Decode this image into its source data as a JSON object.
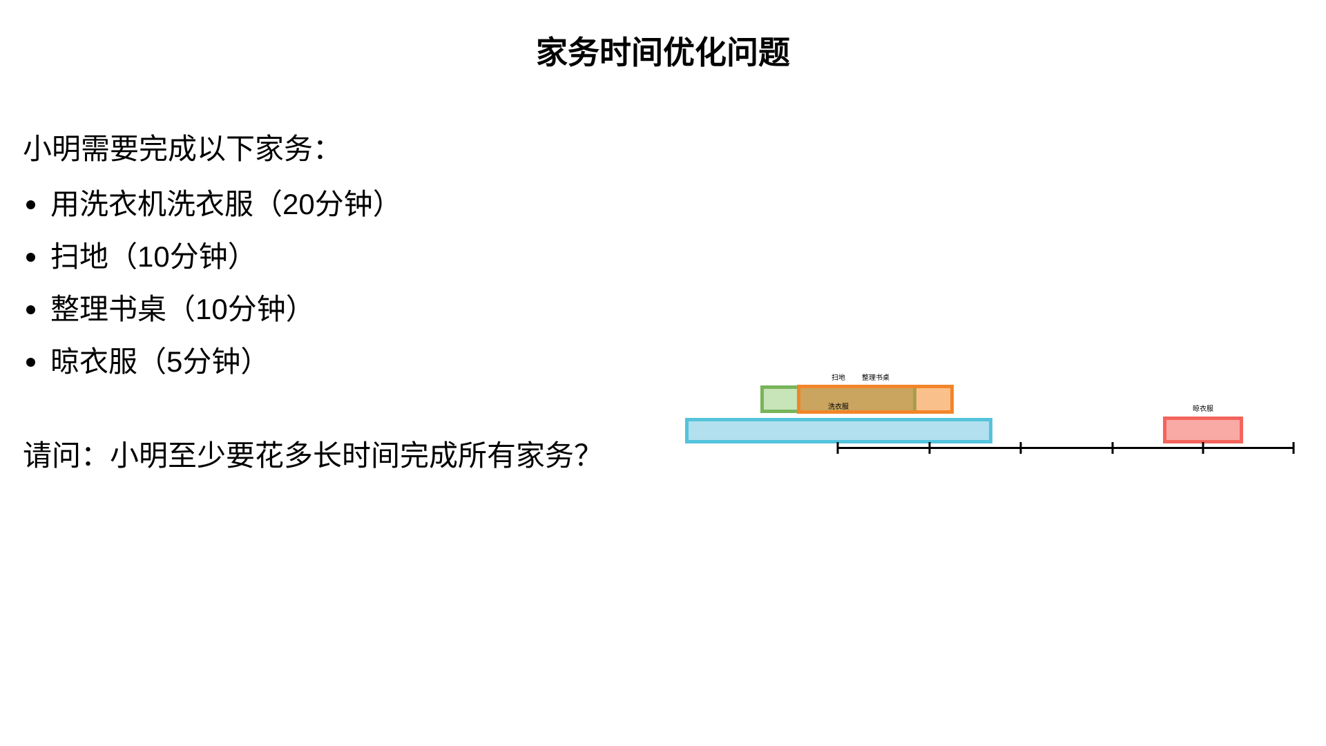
{
  "page": {
    "title": "家务时间优化问题"
  },
  "problem": {
    "intro": "小明需要完成以下家务：",
    "tasks": [
      "用洗衣机洗衣服（20分钟）",
      "扫地（10分钟）",
      "整理书桌（10分钟）",
      "晾衣服（5分钟）"
    ],
    "task_minutes": [
      20,
      10,
      10,
      5
    ],
    "question": "请问：小明至少要花多长时间完成所有家务？"
  },
  "diagram": {
    "type": "gantt-timeline",
    "bars": [
      {
        "label": "洗衣服",
        "border_color": "#55c3dc",
        "fill_color": "#b2e0ee"
      },
      {
        "label": "扫地",
        "border_color": "#78b45a",
        "fill_color": "#c8e4b9"
      },
      {
        "label": "整理书桌",
        "border_color": "#f28529",
        "fill_color": "#fac08c"
      },
      {
        "label": "晾衣服",
        "border_color": "#f4645c",
        "fill_color": "#faaaa5"
      }
    ],
    "overlap_fill_color": "#c9a55f",
    "overlap_border_strip_color": "#a89e4a",
    "axis_color": "#000000",
    "axis_ticks": 6
  }
}
